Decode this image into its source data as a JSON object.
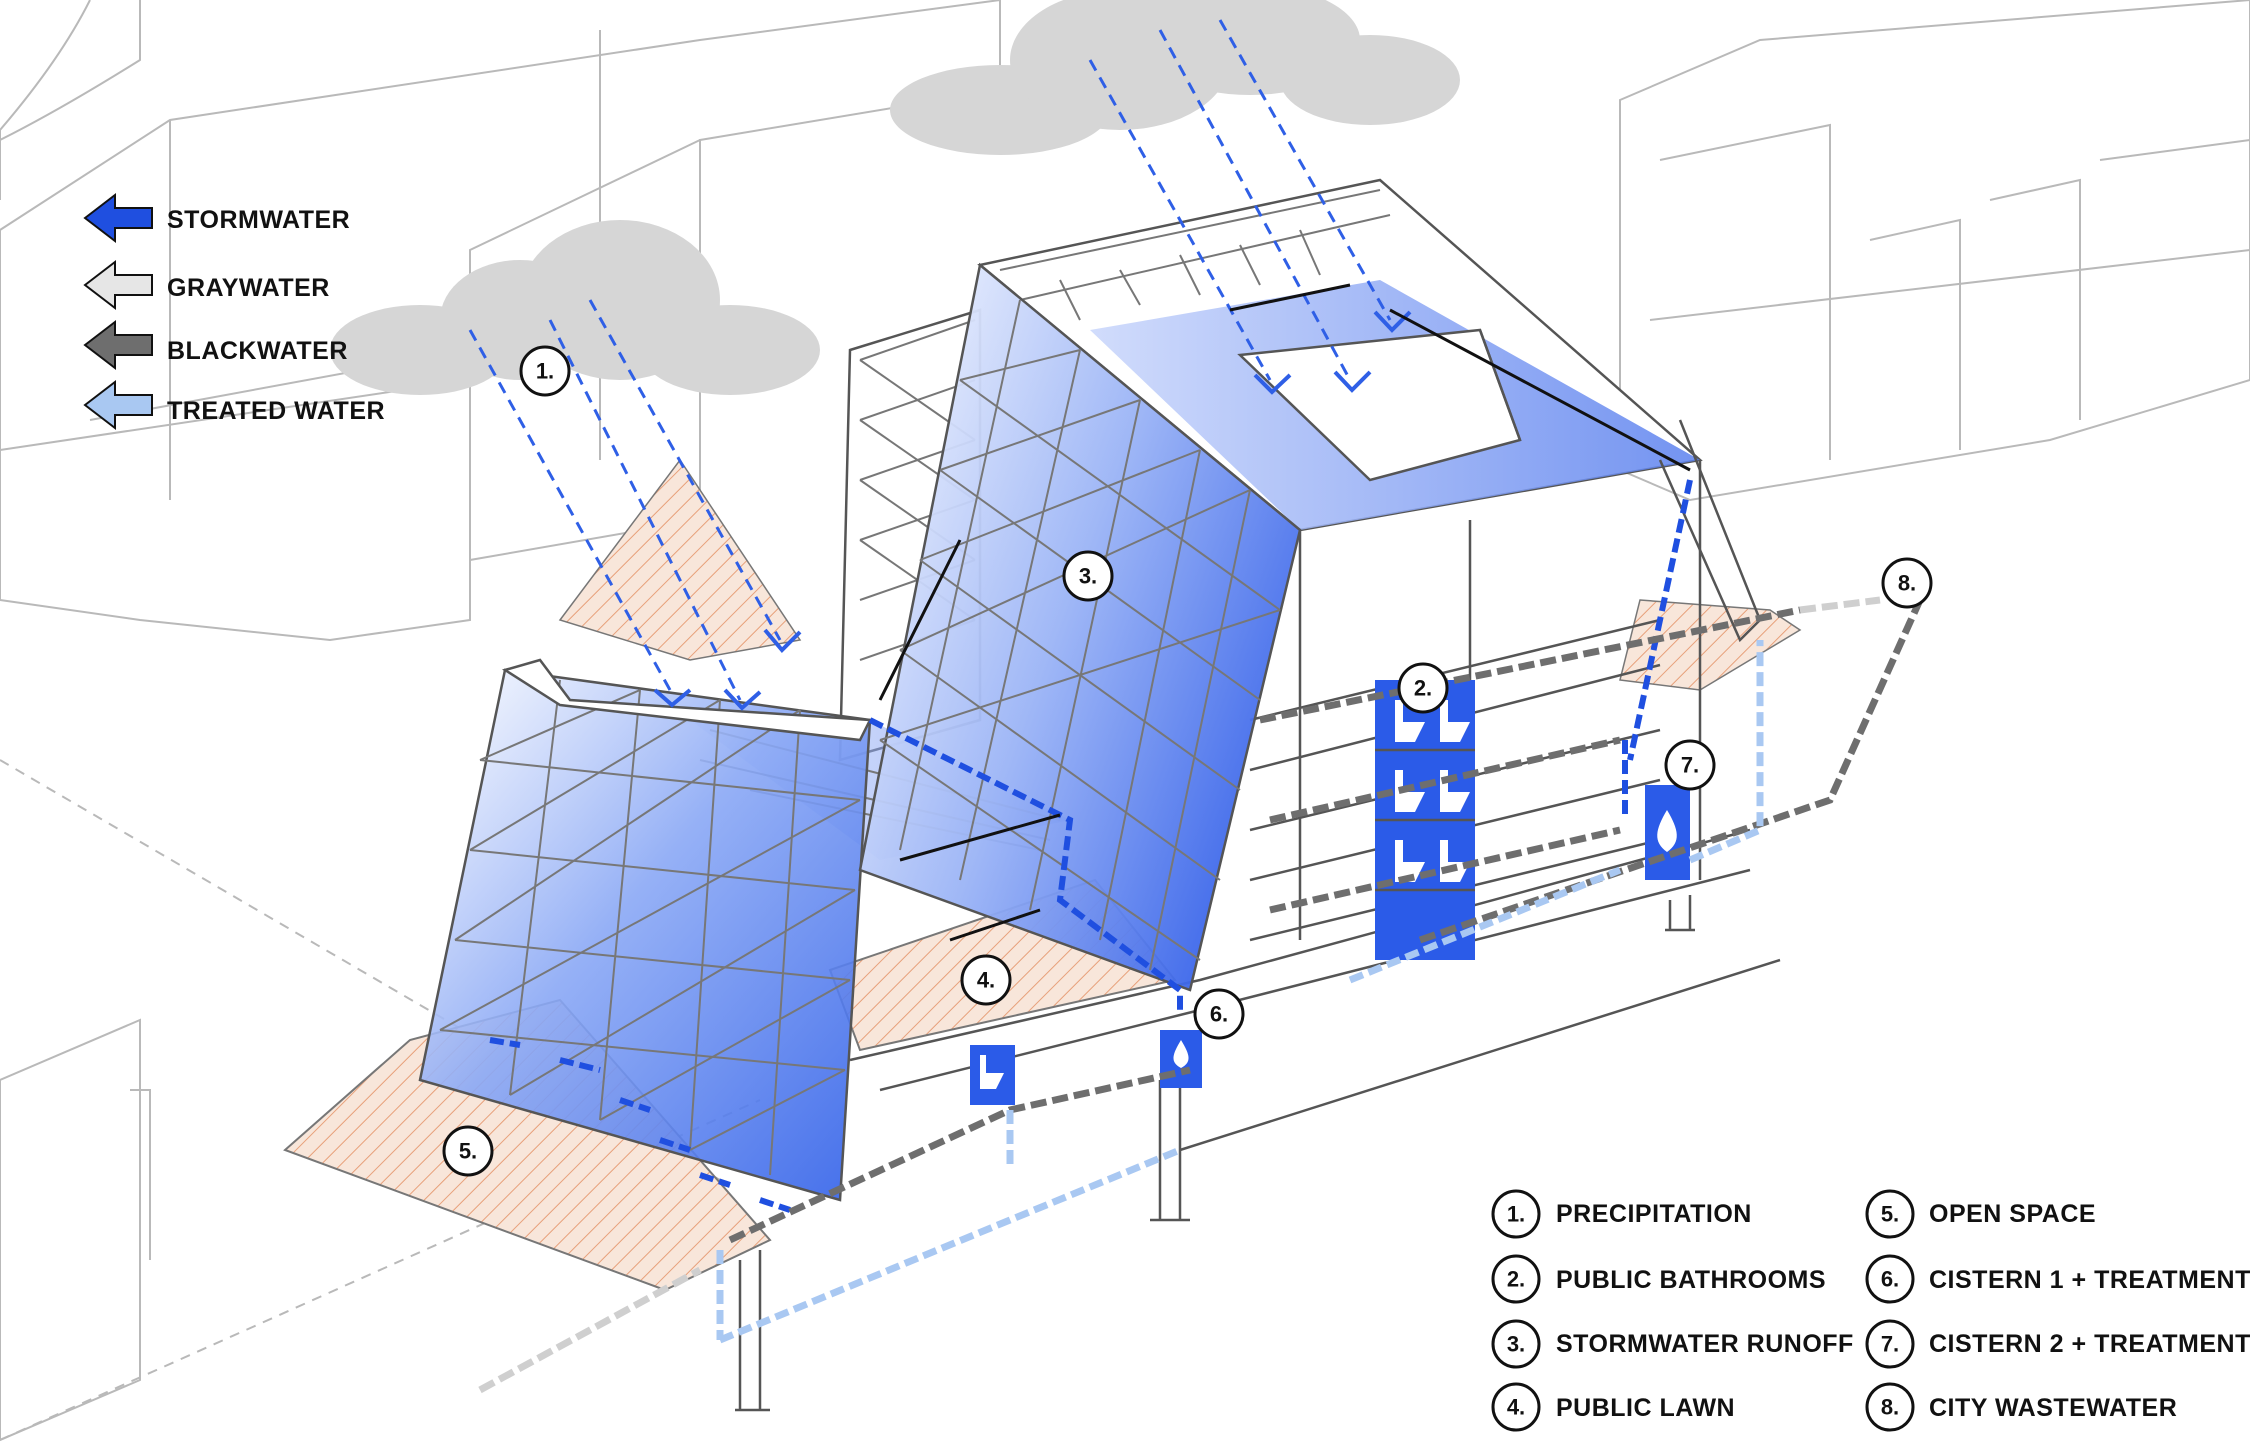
{
  "legend": {
    "items": [
      {
        "label": "STORMWATER",
        "color": "#1f4fe0",
        "icon": "stormwater-arrow-icon"
      },
      {
        "label": "GRAYWATER",
        "color": "#e6e6e6",
        "icon": "graywater-arrow-icon"
      },
      {
        "label": "BLACKWATER",
        "color": "#6e6e6e",
        "icon": "blackwater-arrow-icon"
      },
      {
        "label": "TREATED WATER",
        "color": "#a9c8f2",
        "icon": "treated-water-arrow-icon"
      }
    ]
  },
  "key": {
    "left": [
      {
        "num": "1.",
        "label": "PRECIPITATION"
      },
      {
        "num": "2.",
        "label": "PUBLIC BATHROOMS"
      },
      {
        "num": "3.",
        "label": "STORMWATER RUNOFF"
      },
      {
        "num": "4.",
        "label": "PUBLIC LAWN"
      }
    ],
    "right": [
      {
        "num": "5.",
        "label": "OPEN SPACE"
      },
      {
        "num": "6.",
        "label": "CISTERN 1 + TREATMENT"
      },
      {
        "num": "7.",
        "label": "CISTERN 2 + TREATMENT"
      },
      {
        "num": "8.",
        "label": "CITY WASTEWATER"
      }
    ]
  },
  "markers": {
    "precipitation": "1.",
    "bathrooms": "2.",
    "runoff": "3.",
    "lawn": "4.",
    "open_space": "5.",
    "cistern1": "6.",
    "cistern2": "7.",
    "city_wastewater": "8."
  },
  "colors": {
    "stormwater": "#1f4fe0",
    "graywater": "#e6e6e6",
    "blackwater": "#6e6e6e",
    "treated": "#a9c8f2",
    "lawn_hatch": "#e8a27a",
    "panel_blue": "#2b5be8"
  }
}
